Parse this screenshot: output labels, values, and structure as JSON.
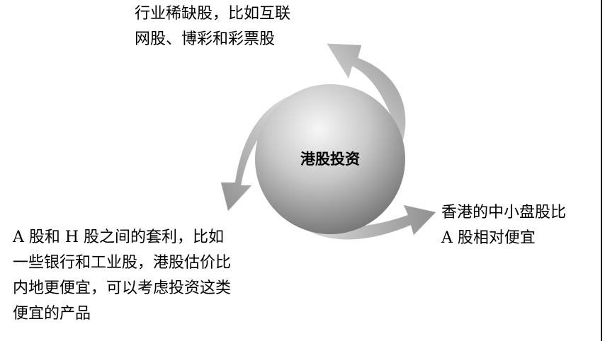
{
  "diagram": {
    "center_label": "港股投资",
    "notes": {
      "top": [
        "行业稀缺股，比如互联",
        "网股、博彩和彩票股"
      ],
      "right": [
        "香港的中小盘股比",
        "A 股相对便宜"
      ],
      "left": [
        "A 股和 H 股之间的套利，比如",
        "一些银行和工业股，港股估价比",
        "内地更便宜，可以考虑投资这类",
        "便宜的产品"
      ]
    },
    "colors": {
      "arrow_light": "#efefef",
      "arrow_dark": "#9a9a9a",
      "circle_light": "#f7f7f7",
      "circle_dark": "#6f6f6f",
      "border": "#000000"
    }
  }
}
